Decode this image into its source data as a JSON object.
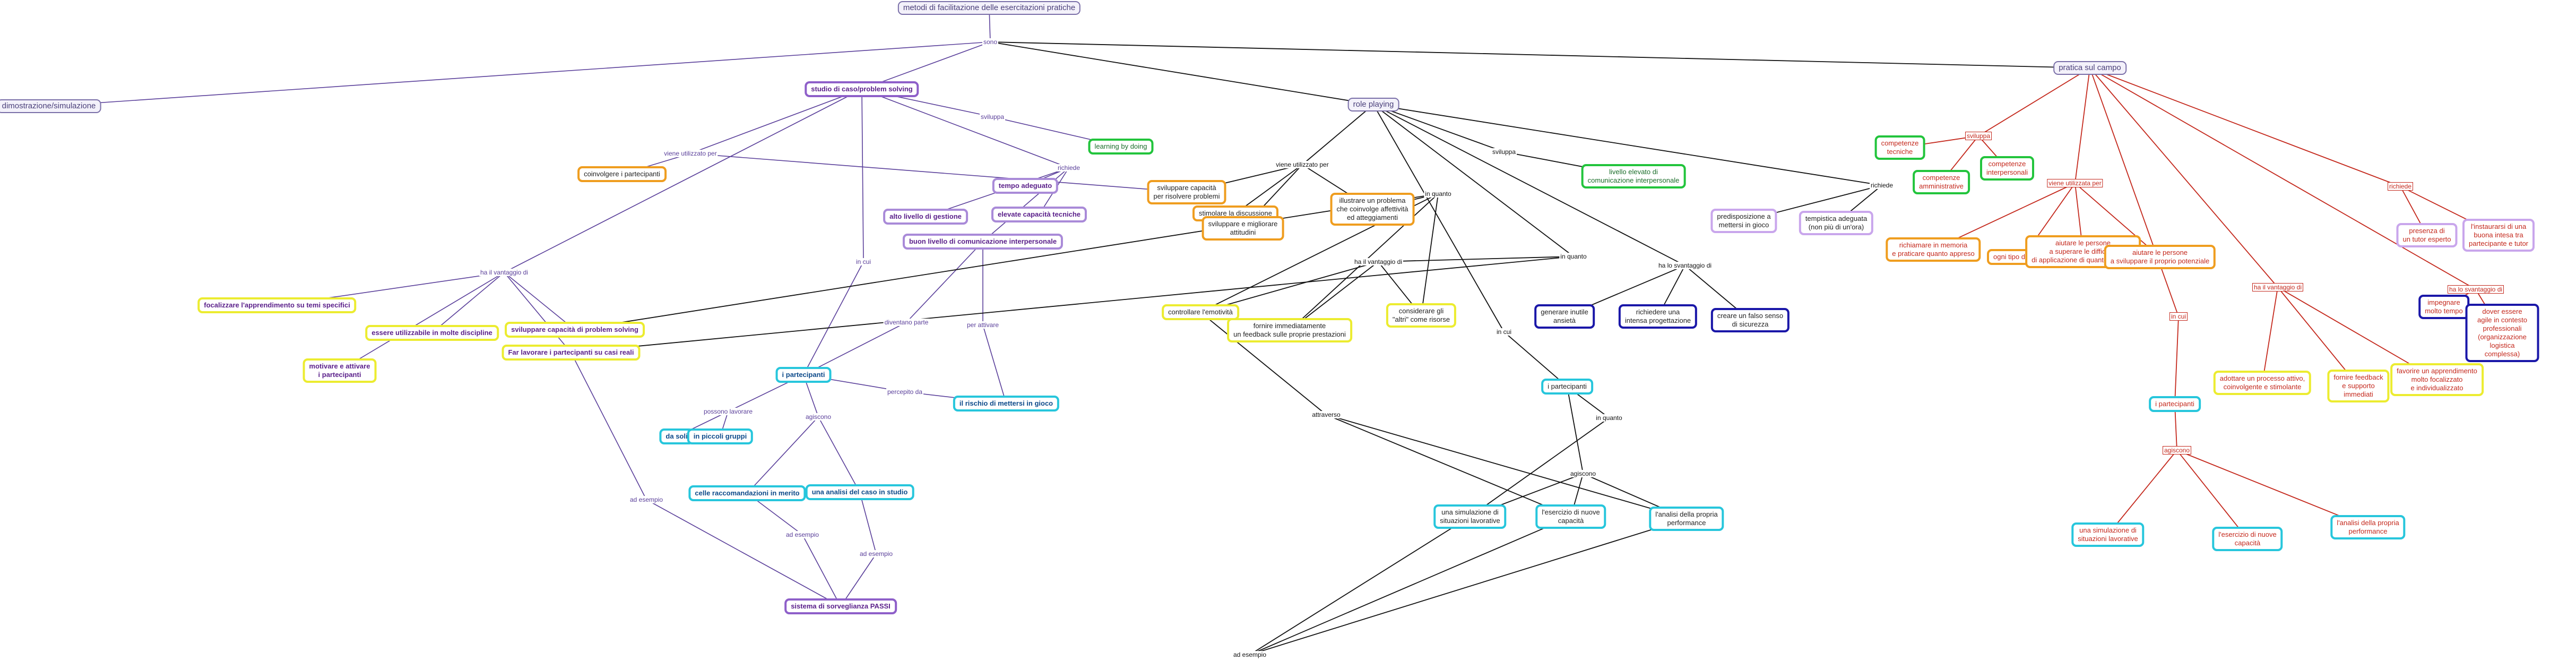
{
  "nodes": [
    {
      "id": "root",
      "text": "metodi di facilitazione delle esercitazioni pratiche",
      "type": "root"
    },
    {
      "id": "simulazione",
      "text": "dimostrazione/simulazione",
      "type": "root"
    },
    {
      "id": "studio",
      "text": "studio di caso/problem solving",
      "type": "purple"
    },
    {
      "id": "role",
      "text": "role playing",
      "type": "root"
    },
    {
      "id": "pratica",
      "text": "pratica sul campo",
      "type": "root"
    },
    {
      "id": "learning",
      "text": "learning by doing",
      "type": "green"
    },
    {
      "id": "coinvolgere",
      "text": "coinvolgere i partecipanti",
      "type": "orange"
    },
    {
      "id": "tempo",
      "text": "tempo adeguato",
      "type": "purple-soft"
    },
    {
      "id": "gestione",
      "text": "alto livello di gestione",
      "type": "purple-soft"
    },
    {
      "id": "elevate",
      "text": "elevate capacità tecniche",
      "type": "purple-soft"
    },
    {
      "id": "buonlivello",
      "text": "buon livello di comunicazione interpersonale",
      "type": "purple-soft"
    },
    {
      "id": "svcapacita",
      "text": "sviluppare capacità\nper risolvere problemi",
      "type": "orange"
    },
    {
      "id": "stimolare",
      "text": "stimolare la discussione",
      "type": "orange"
    },
    {
      "id": "svmigliorare",
      "text": "sviluppare e migliorare\nattitudini",
      "type": "orange"
    },
    {
      "id": "illustrare",
      "text": "illustrare un problema\nche coinvolge affettività\ned atteggiamenti",
      "type": "orange"
    },
    {
      "id": "livelloelevato",
      "text": "livello elevato di\ncomunicazione interpersonale",
      "type": "green"
    },
    {
      "id": "predisposizione",
      "text": "predisposizione a\nmettersi in gioco",
      "type": "lilac"
    },
    {
      "id": "tempistica",
      "text": "tempistica adeguata\n(non più di un'ora)",
      "type": "lilac"
    },
    {
      "id": "focalizzare",
      "text": "focalizzare l'apprendimento su temi specifici",
      "type": "yellow"
    },
    {
      "id": "essere",
      "text": "essere utilizzabile in molte discipline",
      "type": "yellow"
    },
    {
      "id": "svproblem",
      "text": "sviluppare capacità di problem solving",
      "type": "yellow"
    },
    {
      "id": "motivare",
      "text": "motivare e attivare\ni partecipanti",
      "type": "yellow"
    },
    {
      "id": "farlavorare",
      "text": "Far lavorare i partecipanti su casi reali",
      "type": "yellow"
    },
    {
      "id": "controllare",
      "text": "controllare l'emotività",
      "type": "yellow-black"
    },
    {
      "id": "fornire",
      "text": "fornire immediatamente\nun feedback sulle proprie prestazioni",
      "type": "yellow-black"
    },
    {
      "id": "considerare",
      "text": "considerare gli\n\"altri\" come risorse",
      "type": "yellow-black"
    },
    {
      "id": "generare",
      "text": "generare inutile\nansietà",
      "type": "navy"
    },
    {
      "id": "richiedere",
      "text": "richiedere una\nintensa progettazione",
      "type": "navy"
    },
    {
      "id": "creare",
      "text": "creare un falso senso\ndi sicurezza",
      "type": "navy"
    },
    {
      "id": "partecipanti1",
      "text": "i partecipanti",
      "type": "cyan"
    },
    {
      "id": "rischio",
      "text": "il rischio di mettersi in gioco",
      "type": "cyan"
    },
    {
      "id": "dasoli",
      "text": "da soli",
      "type": "cyan"
    },
    {
      "id": "piccoli",
      "text": "in piccoli gruppi",
      "type": "cyan"
    },
    {
      "id": "raccomandazioni",
      "text": "celle raccomandazioni in merito",
      "type": "cyan"
    },
    {
      "id": "analisicaso",
      "text": "una analisi del caso in studio",
      "type": "cyan"
    },
    {
      "id": "passi",
      "text": "sistema di sorveglianza PASSI",
      "type": "purple"
    },
    {
      "id": "partecipanti2",
      "text": "i partecipanti",
      "type": "cyan-black"
    },
    {
      "id": "simul1",
      "text": "una simulazione di\nsituazioni lavorative",
      "type": "cyan-black"
    },
    {
      "id": "esercizio1",
      "text": "l'esercizio di nuove\ncapacità",
      "type": "cyan-black"
    },
    {
      "id": "analisi1",
      "text": "l'analisi della propria\nperformance",
      "type": "cyan-black"
    },
    {
      "id": "comptecniche",
      "text": "competenze\ntecniche",
      "type": "green-red"
    },
    {
      "id": "compinter",
      "text": "competenze\ninterpersonali",
      "type": "green-red"
    },
    {
      "id": "compamm",
      "text": "competenze\namministrative",
      "type": "green-red"
    },
    {
      "id": "richiamare",
      "text": "richiamare in memoria\ne praticare quanto appreso",
      "type": "orange-red"
    },
    {
      "id": "ognitipo",
      "text": "ogni tipo di compito",
      "type": "orange-red"
    },
    {
      "id": "aiutare1",
      "text": "aiutare le persone\na superare le difficoltà\ndi applicazione di quanto appreso",
      "type": "orange-red"
    },
    {
      "id": "aiutare2",
      "text": "aiutare le persone\na sviluppare il proprio potenziale",
      "type": "orange-red"
    },
    {
      "id": "presenza",
      "text": "presenza di\nun tutor esperto",
      "type": "lilac-red"
    },
    {
      "id": "instaurare",
      "text": "l'instaurarsi di una\nbuona intesa tra\npartecipante e tutor",
      "type": "lilac-red"
    },
    {
      "id": "impegnare",
      "text": "impegnare\nmolto tempo",
      "type": "navy-red"
    },
    {
      "id": "dovere",
      "text": "dover essere\nagile in contesto\nprofessionali\n(organizzazione\nlogistica complessa)",
      "type": "navy-red"
    },
    {
      "id": "adottare",
      "text": "adottare un processo attivo,\ncoinvolgente e stimolante",
      "type": "yellow-red"
    },
    {
      "id": "fornirefb",
      "text": "fornire feedback\ne supporto\nimmediati",
      "type": "yellow-red"
    },
    {
      "id": "favorire",
      "text": "favorire un apprendimento\nmolto focalizzato\ne individualizzato",
      "type": "yellow-red"
    },
    {
      "id": "partecipanti3",
      "text": "i partecipanti",
      "type": "cyan-red"
    },
    {
      "id": "simul2",
      "text": "una simulazione di\nsituazioni lavorative",
      "type": "cyan-red"
    },
    {
      "id": "esercizio2",
      "text": "l'esercizio di nuove\ncapacità",
      "type": "cyan-red"
    },
    {
      "id": "analisi2",
      "text": "l'analisi della propria\nperformance",
      "type": "cyan-red"
    }
  ],
  "linking_phrases": [
    {
      "id": "sono",
      "text": "sono"
    },
    {
      "id": "sviluppa",
      "text": "sviluppa"
    },
    {
      "id": "vieneut1",
      "text": "viene utilizzato per"
    },
    {
      "id": "richiede1",
      "text": "richiede"
    },
    {
      "id": "incui1",
      "text": "in cui"
    },
    {
      "id": "hailvantaggio1",
      "text": "ha il vantaggio di"
    },
    {
      "id": "diventanoparte",
      "text": "diventano parte"
    },
    {
      "id": "perattivare",
      "text": "per attivare"
    },
    {
      "id": "percepito",
      "text": "percepito da"
    },
    {
      "id": "possono",
      "text": "possono lavorare"
    },
    {
      "id": "agiscono1",
      "text": "agiscono"
    },
    {
      "id": "adesempio1",
      "text": "ad esempio"
    },
    {
      "id": "adesempio2",
      "text": "ad esempio"
    },
    {
      "id": "adesempio3",
      "text": "ad esempio"
    },
    {
      "id": "vieneut2",
      "text": "viene utilizzato per"
    },
    {
      "id": "sviluppa2",
      "text": "sviluppa"
    },
    {
      "id": "richiede2",
      "text": "richiede"
    },
    {
      "id": "inquanto1",
      "text": "in quanto"
    },
    {
      "id": "inquanto2",
      "text": "in quanto"
    },
    {
      "id": "hailvantaggio2",
      "text": "ha il vantaggio di"
    },
    {
      "id": "hailsvantaggio1",
      "text": "ha lo svantaggio di"
    },
    {
      "id": "incui2",
      "text": "in cui"
    },
    {
      "id": "inquanto3",
      "text": "in quanto"
    },
    {
      "id": "attraverso",
      "text": "attraverso"
    },
    {
      "id": "agiscono2",
      "text": "agiscono"
    },
    {
      "id": "adesempio4",
      "text": "ad esempio"
    },
    {
      "id": "sviluppa3",
      "text": "sviluppa"
    },
    {
      "id": "vieneut3",
      "text": "viene utilizzata per"
    },
    {
      "id": "richiede3",
      "text": "richiede"
    },
    {
      "id": "hailvantaggio3",
      "text": "ha il vantaggio di"
    },
    {
      "id": "hailsvantaggio2",
      "text": "ha lo svantaggio di"
    },
    {
      "id": "incui3",
      "text": "in cui"
    },
    {
      "id": "agiscono3",
      "text": "agiscono"
    }
  ],
  "colors": {
    "purple": "#5a3f9a",
    "black": "#111111",
    "red": "#c4281c"
  }
}
